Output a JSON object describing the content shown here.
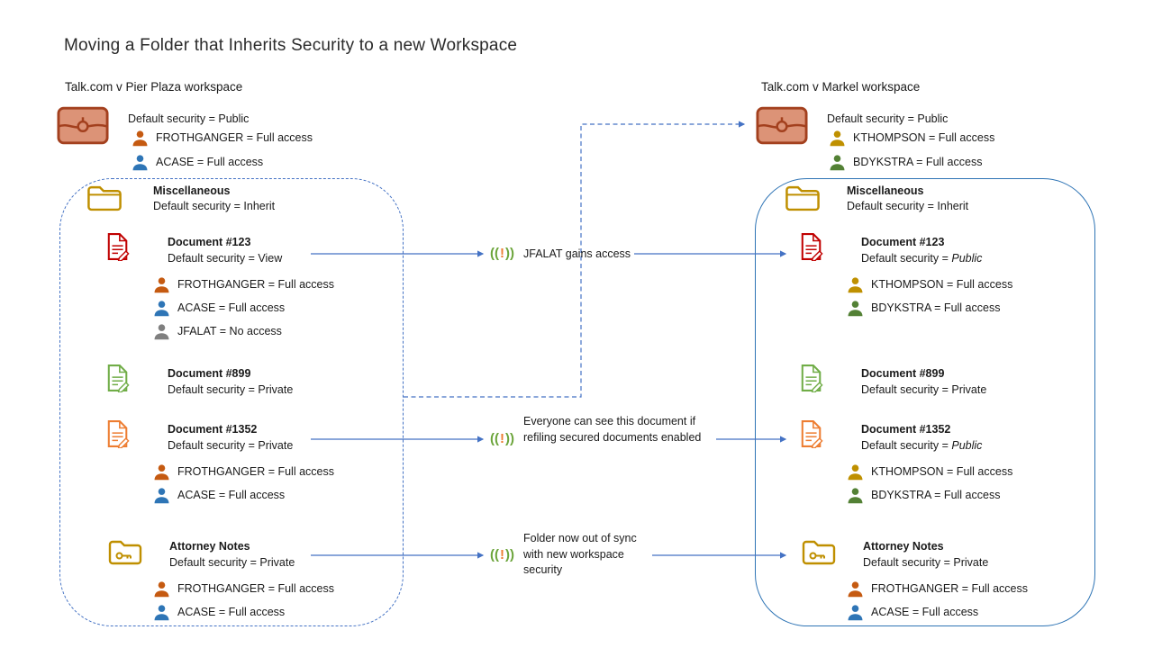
{
  "title": "Moving a Folder that Inherits Security to a new Workspace",
  "colors": {
    "connector_blue": "#4472C4",
    "solid_container_blue": "#2E74B5",
    "orange_user": "#C55A11",
    "blue_user": "#2E75B6",
    "gray_user": "#7F7F7F",
    "gold_user": "#BF9000",
    "green_user": "#538135",
    "red_document": "#C00000",
    "green_document": "#70AD47",
    "orange_document": "#ED7D31",
    "folder_gold": "#BF8F00",
    "briefcase_fill": "#DC9377",
    "briefcase_stroke": "#A3401E",
    "alert_paren_green": "#6BA43A",
    "alert_bang_orange": "#ED7D31"
  },
  "icons": {
    "workspace": "briefcase-icon",
    "folder": "folder-icon",
    "secured_folder": "folder-key-icon",
    "document": "document-edit-icon",
    "user": "person-icon",
    "alert": "alert-icon"
  },
  "alert_glyph": {
    "open": "((",
    "bang": "!",
    "close": "))"
  },
  "left_workspace": {
    "label": "Talk.com v Pier Plaza workspace",
    "security": "Default security = Public",
    "users": [
      "FROTHGANGER = Full access",
      "ACASE = Full access"
    ],
    "folder": {
      "title": "Miscellaneous",
      "security": "Default security = Inherit"
    },
    "doc123": {
      "title": "Document #123",
      "security": "Default security = View",
      "acl": [
        "FROTHGANGER = Full access",
        "ACASE = Full access",
        "JFALAT = No access"
      ]
    },
    "doc899": {
      "title": "Document #899",
      "security": "Default security = Private"
    },
    "doc1352": {
      "title": "Document #1352",
      "security": "Default security = Private",
      "acl": [
        "FROTHGANGER = Full access",
        "ACASE = Full access"
      ]
    },
    "attorney": {
      "title": "Attorney Notes",
      "security": "Default security = Private",
      "acl": [
        "FROTHGANGER = Full access",
        "ACASE = Full access"
      ]
    }
  },
  "right_workspace": {
    "label": "Talk.com v Markel workspace",
    "security": "Default security = Public",
    "users": [
      "KTHOMPSON = Full access",
      "BDYKSTRA = Full access"
    ],
    "folder": {
      "title": "Miscellaneous",
      "security": "Default security = Inherit"
    },
    "doc123": {
      "title": "Document #123",
      "security_prefix": "Default security = ",
      "security_value": "Public",
      "acl": [
        "KTHOMPSON = Full access",
        "BDYKSTRA = Full access"
      ]
    },
    "doc899": {
      "title": "Document #899",
      "security": "Default security = Private"
    },
    "doc1352": {
      "title": "Document #1352",
      "security_prefix": "Default security = ",
      "security_value": "Public",
      "acl": [
        "KTHOMPSON = Full access",
        "BDYKSTRA = Full access"
      ]
    },
    "attorney": {
      "title": "Attorney Notes",
      "security": "Default security = Private",
      "acl": [
        "FROTHGANGER = Full access",
        "ACASE = Full access"
      ]
    }
  },
  "annotations": {
    "a1": "JFALAT gains access",
    "a2": "Everyone can see this document if refiling secured documents enabled",
    "a3": "Folder now out of sync with new workspace security"
  }
}
